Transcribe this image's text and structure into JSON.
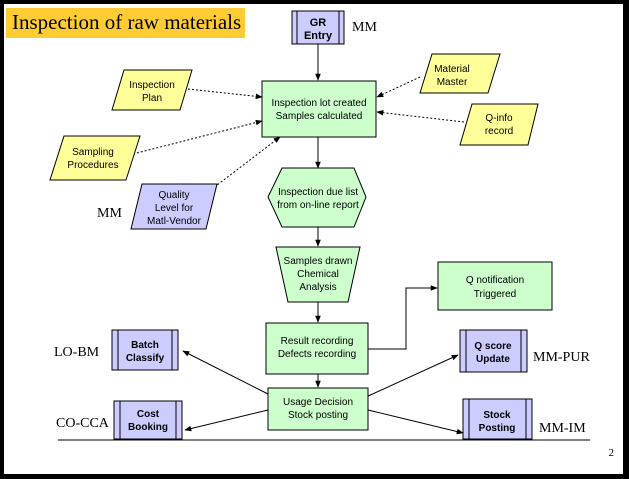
{
  "slide": {
    "title": "Inspection of raw materials",
    "page_number": "2"
  },
  "nodes": {
    "gr_entry": {
      "lines": [
        "GR",
        "Entry"
      ],
      "system": "MM"
    },
    "material_master": {
      "lines": [
        "Material",
        "Master"
      ]
    },
    "inspection_plan": {
      "lines": [
        "Inspection",
        "Plan"
      ]
    },
    "inspection_lot": {
      "lines": [
        "Inspection lot created",
        "Samples calculated"
      ]
    },
    "q_info_record": {
      "lines": [
        "Q-info",
        "record"
      ]
    },
    "sampling_procedures": {
      "lines": [
        "Sampling",
        "Procedures"
      ]
    },
    "quality_level": {
      "lines": [
        "Quality",
        "Level for",
        "Matl-Vendor"
      ],
      "system": "MM"
    },
    "inspection_due_list": {
      "lines": [
        "Inspection due list",
        "from on-line report"
      ]
    },
    "samples_drawn": {
      "lines": [
        "Samples drawn",
        "Chemical",
        "Analysis"
      ]
    },
    "q_notification": {
      "lines": [
        "Q notification",
        "Triggered"
      ]
    },
    "result_recording": {
      "lines": [
        "Result recording",
        "Defects recording"
      ]
    },
    "batch_classify": {
      "lines": [
        "Batch",
        "Classify"
      ],
      "system": "LO-BM"
    },
    "q_score_update": {
      "lines": [
        "Q score",
        "Update"
      ],
      "system": "MM-PUR"
    },
    "usage_decision": {
      "lines": [
        "Usage Decision",
        "Stock posting"
      ]
    },
    "cost_booking": {
      "lines": [
        "Cost",
        "Booking"
      ],
      "system": "CO-CCA"
    },
    "stock_posting": {
      "lines": [
        "Stock",
        "Posting"
      ],
      "system": "MM-IM"
    }
  },
  "colors": {
    "process_fill": "#ccffcc",
    "input_fill": "#ffff99",
    "external_fill": "#ccccff",
    "title_fill": "#ffcc33",
    "stroke": "#000000"
  }
}
